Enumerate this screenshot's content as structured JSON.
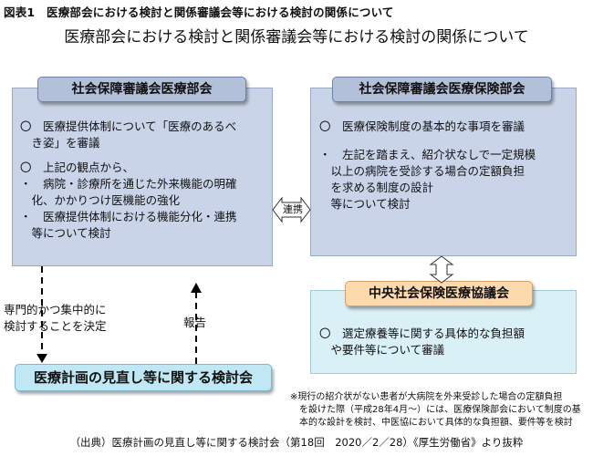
{
  "figure_caption": "図表1　医療部会における検討と関係審議会等における検討の関係について",
  "title": "医療部会における検討と関係審議会等における検討の関係について",
  "left_box": {
    "header": "社会保障審議会医療部会",
    "lines": [
      "〇　医療提供体制について「医療のあるべ",
      "　き姿」を審議",
      "〇　上記の観点から、",
      "・　病院・診療所を通じた外来機能の明確",
      "　化、かかりつけ医機能の強化",
      "・　医療提供体制における機能分化・連携",
      "　等について検討"
    ]
  },
  "connector_label": "連携",
  "right_box": {
    "header": "社会保障審議会医療保険部会",
    "lines": [
      "〇　医療保険制度の基本的な事項を審議",
      "・　左記を踏まえ、紹介状なしで一定規模",
      "　以上の病院を受診する場合の定額負担",
      "　を求める制度の設計",
      "　等について検討"
    ]
  },
  "council_box": {
    "header": "中央社会保険医療協議会",
    "lines": [
      "〇　選定療養等に関する具体的な負担額",
      "　や要件等について審議"
    ]
  },
  "arrow_down_label": [
    "専門的かつ集中的に",
    "検討することを決定"
  ],
  "arrow_up_label": "報告",
  "review_box": {
    "label": "医療計画の見直し等に関する検討会"
  },
  "note_lines": [
    "※現行の紹介状がない患者が大病院を外来受診した場合の定額負担",
    "　を設けた際（平成28年4月～）には、医療保険部会において制度の基",
    "　本的な設計を検討、中医協において具体的な負担額、要件等を検討"
  ],
  "source": "（出典）医療計画の見直し等に関する検討会（第18回　2020／2／28）《厚生労働省》より抜粋",
  "colors": {
    "panel_blue": "#c9d4e8",
    "header_blue": "#b3c0da",
    "header_orange": "#fdd9ae",
    "panel_green": "#d9f0f6",
    "review_cyan": "#bfe7f4"
  }
}
